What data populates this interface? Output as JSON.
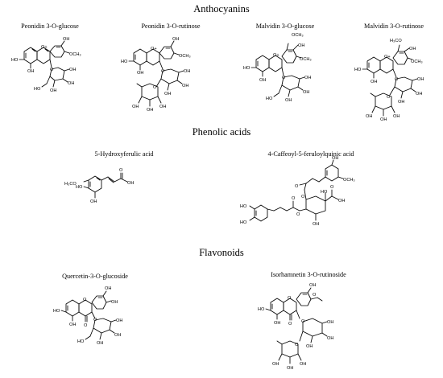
{
  "sections": {
    "anthocyanins": "Anthocyanins",
    "phenolic_acids": "Phenolic acids",
    "flavonoids": "Flavonoids"
  },
  "compounds": {
    "peonidin_glucose": "Peonidin 3-O-glucose",
    "peonidin_rutinose": "Peonidin 3-O-rutinose",
    "malvidin_glucose": "Malvidin 3-O-glucose",
    "malvidin_rutinose": "Malvidin 3-O-rutinose",
    "hydroxyferulic": "5-Hydroxyferulic acid",
    "caffeoyl_feruloylquinic": "4-Caffeoyl-5-feruloylquinic acid",
    "quercetin_glucoside": "Quercetin-3-O-glucoside",
    "isorhamnetin_rutinoside": "Isorhamnetin 3-O-rutinoside"
  },
  "atom_labels": {
    "ho": "HO",
    "oh": "OH",
    "o": "O",
    "o_plus": "O+",
    "och3": "OCH3",
    "h3co": "H3CO",
    "och3_text": "OCH₃",
    "h3co_text": "H₃CO",
    "o_methoxy": "O"
  }
}
